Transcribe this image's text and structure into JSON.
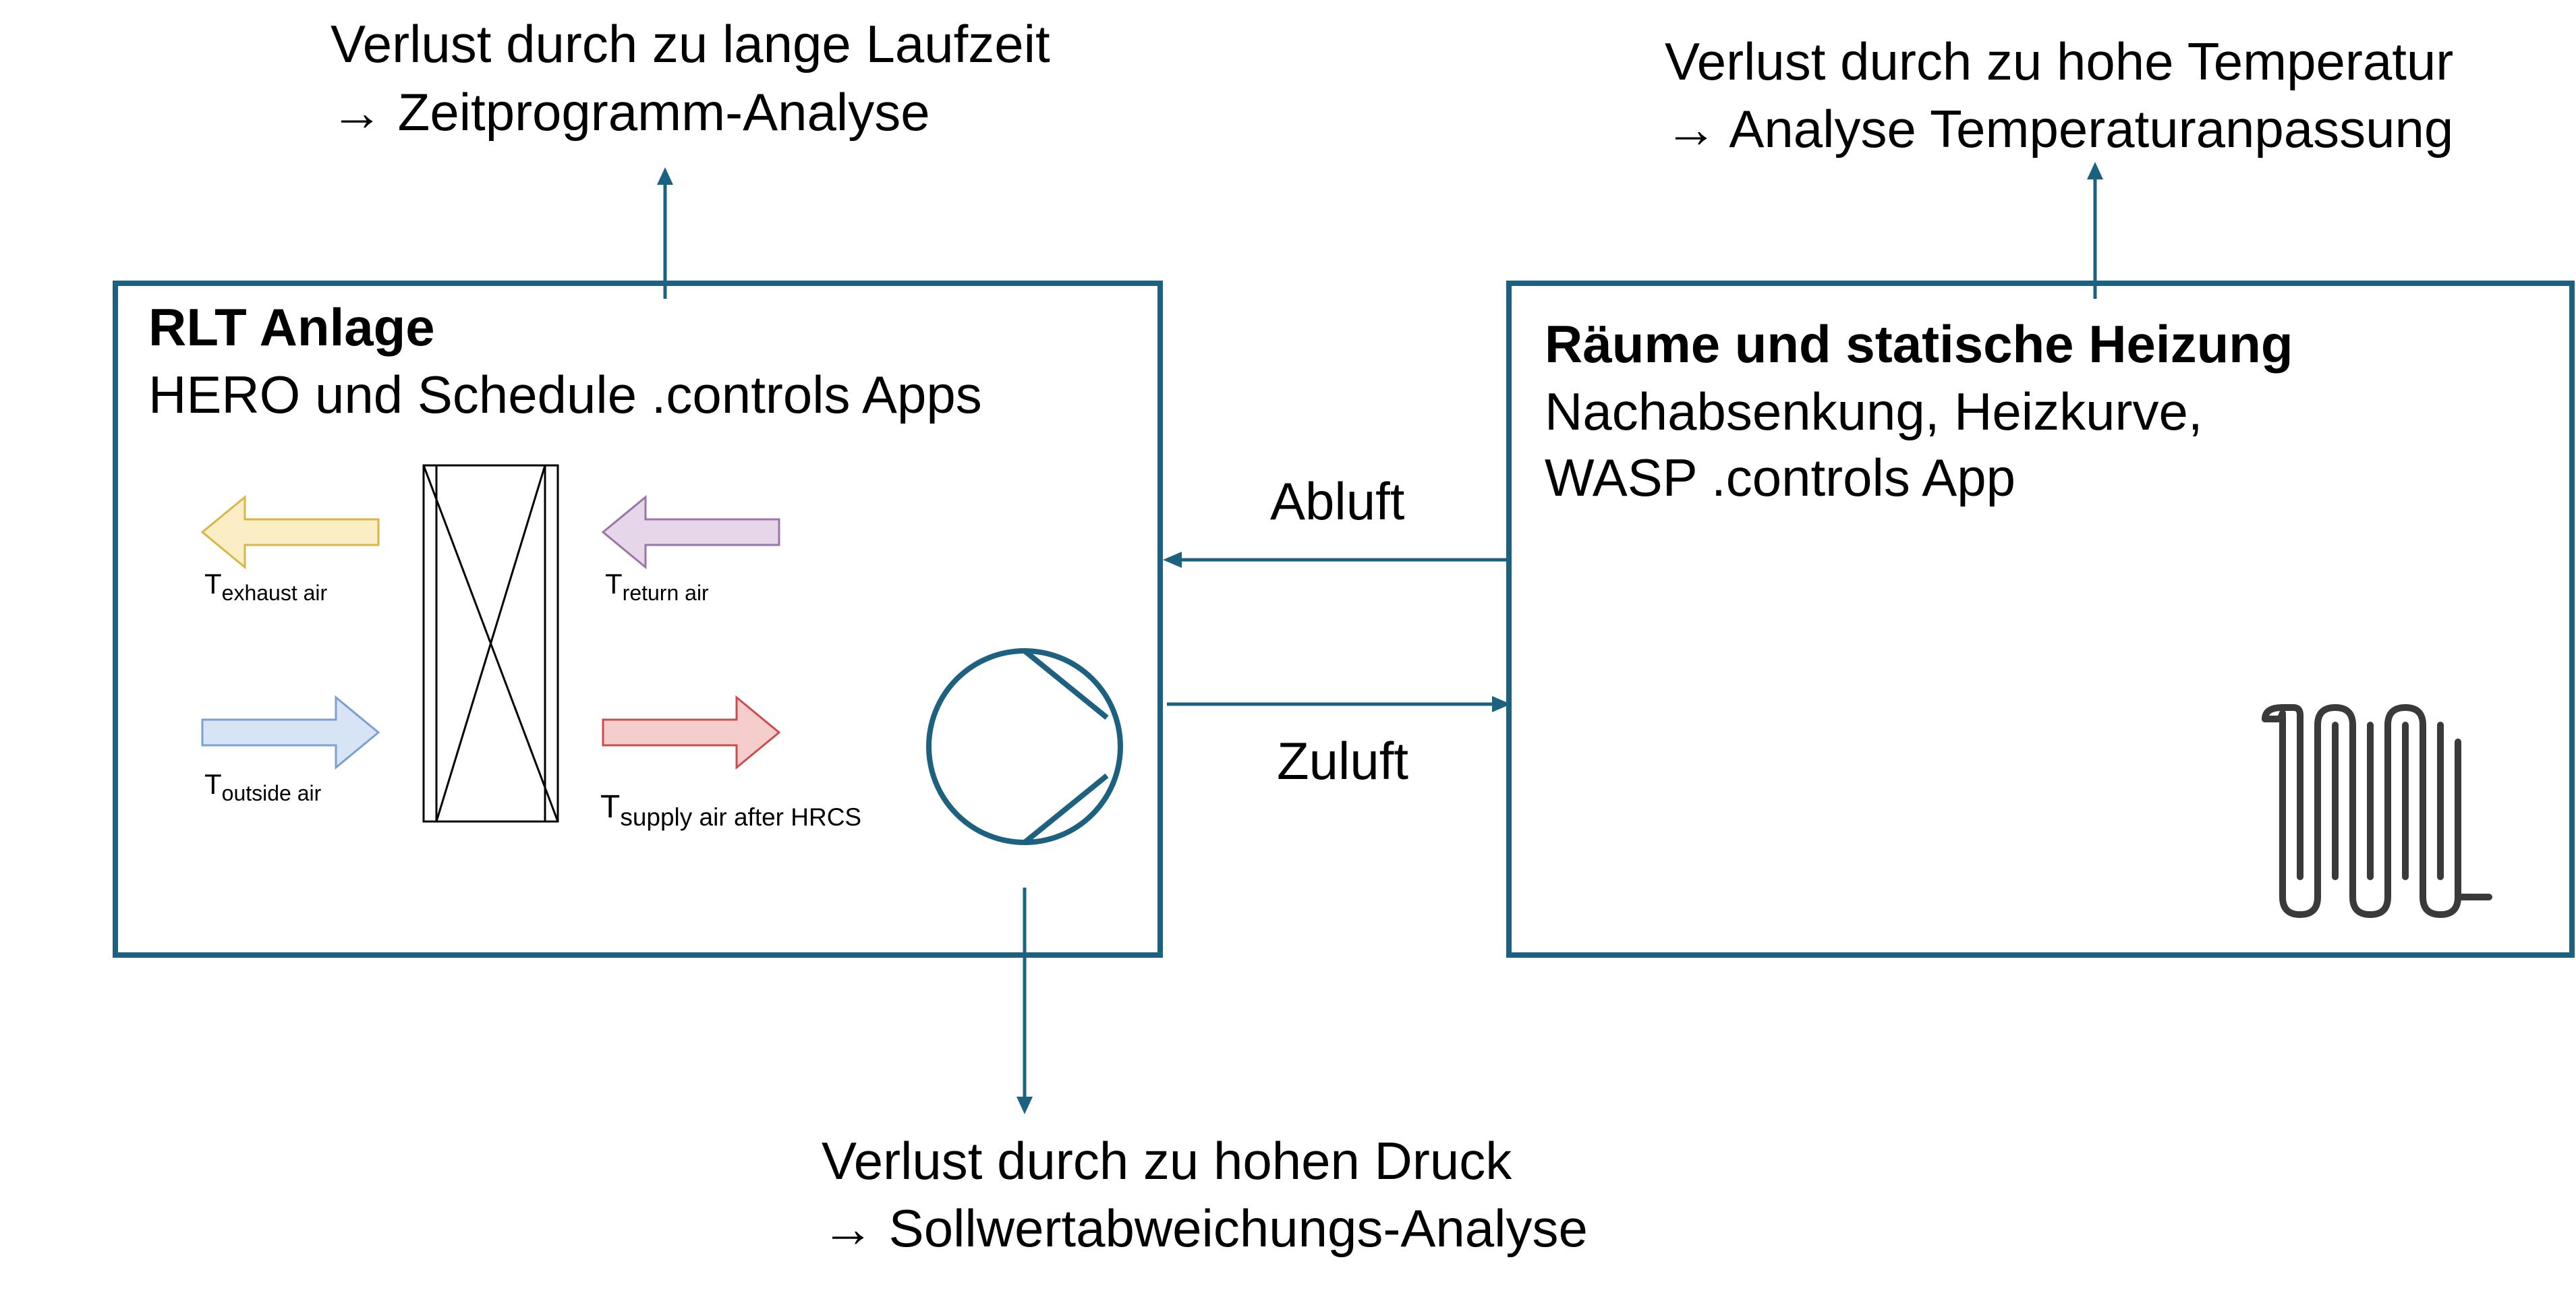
{
  "colors": {
    "frame": "#1d6180",
    "text": "#000000",
    "exhaust_fill": "#fbeec4",
    "exhaust_stroke": "#d8b44a",
    "return_fill": "#e5d6ea",
    "return_stroke": "#9b74a8",
    "outside_fill": "#d6e4f5",
    "outside_stroke": "#7aa0d4",
    "supply_fill": "#f6cdcd",
    "supply_stroke": "#cc4c4c",
    "radiator": "#3a3a3a"
  },
  "top_left_note": {
    "line1": "Verlust durch zu lange Laufzeit",
    "line2": "→ Zeitprogramm-Analyse"
  },
  "top_right_note": {
    "line1": "Verlust durch zu hohe Temperatur",
    "line2": "→ Analyse Temperaturanpassung"
  },
  "bottom_note": {
    "line1": "Verlust durch zu hohen Druck",
    "line2": "→ Sollwertabweichungs-Analyse"
  },
  "ahu_box": {
    "title": "RLT Anlage",
    "subtitle": "HERO und Schedule .controls Apps",
    "labels": {
      "exhaust": {
        "base": "T",
        "sub": "exhaust air"
      },
      "return": {
        "base": "T",
        "sub": "return air"
      },
      "outside": {
        "base": "T",
        "sub": "outside air"
      },
      "supply": {
        "base": "T",
        "sub": "supply air after HRCS"
      }
    },
    "heat_exchanger_icon": "cross-flow-heat-exchanger-icon",
    "fan_icon": "fan-icon"
  },
  "rooms_box": {
    "title": "Räume und statische Heizung",
    "line1": "Nachabsenkung, Heizkurve,",
    "line2": "WASP .controls App",
    "radiator_icon": "radiator-icon"
  },
  "flows": {
    "exhaust_label": "Abluft",
    "supply_label": "Zuluft"
  }
}
